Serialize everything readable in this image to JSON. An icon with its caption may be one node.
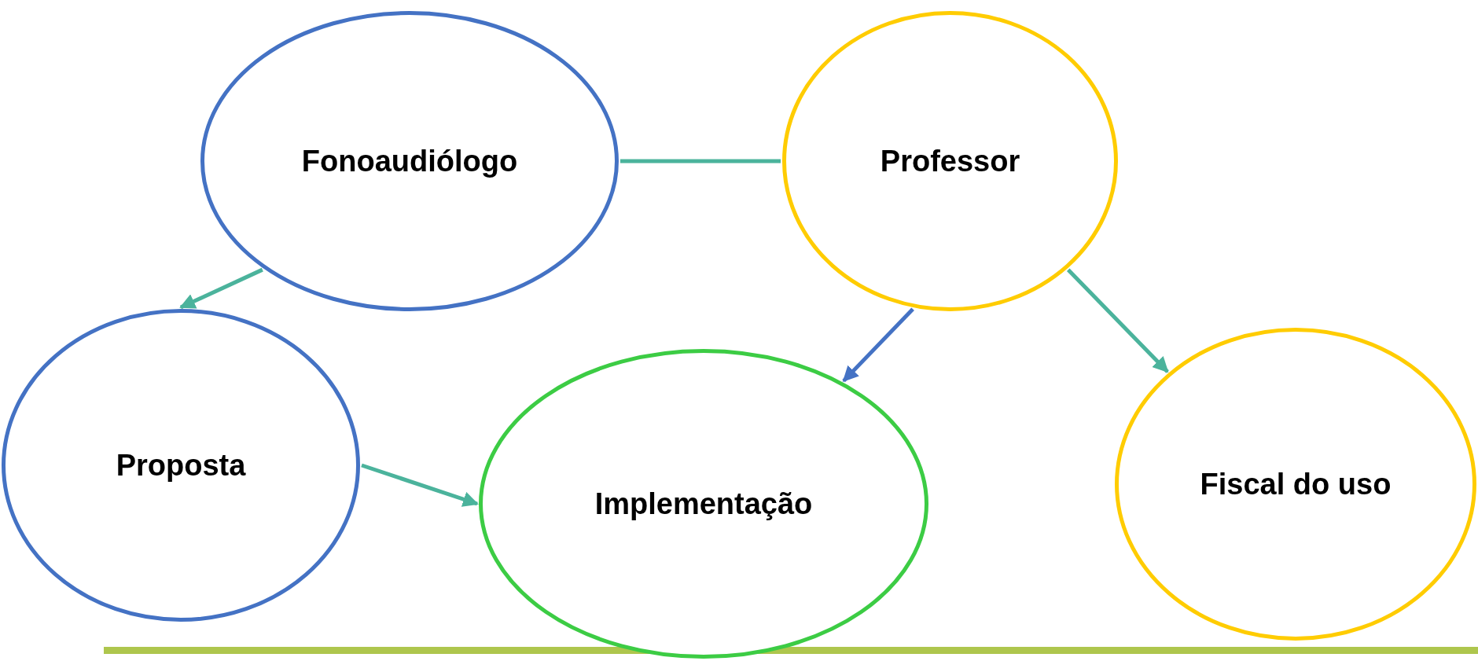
{
  "diagram": {
    "nodes": [
      {
        "text": [
          "Fonoaudiólogo"
        ]
      },
      {
        "text": [
          "Professor"
        ]
      },
      {
        "text": [
          "Proposta"
        ]
      },
      {
        "text": [
          "Implementação"
        ]
      },
      {
        "text": [
          "Fiscal do uso"
        ]
      }
    ],
    "edges": [
      {
        "from": 0,
        "to": 1,
        "arrow": "none"
      },
      {
        "from": 0,
        "to": 2,
        "arrow": "to"
      },
      {
        "from": 1,
        "to": 3,
        "arrow": "to",
        "color": "#4472c4"
      },
      {
        "from": 1,
        "to": 4,
        "arrow": "to"
      },
      {
        "from": 2,
        "to": 3,
        "arrow": "to"
      }
    ]
  }
}
